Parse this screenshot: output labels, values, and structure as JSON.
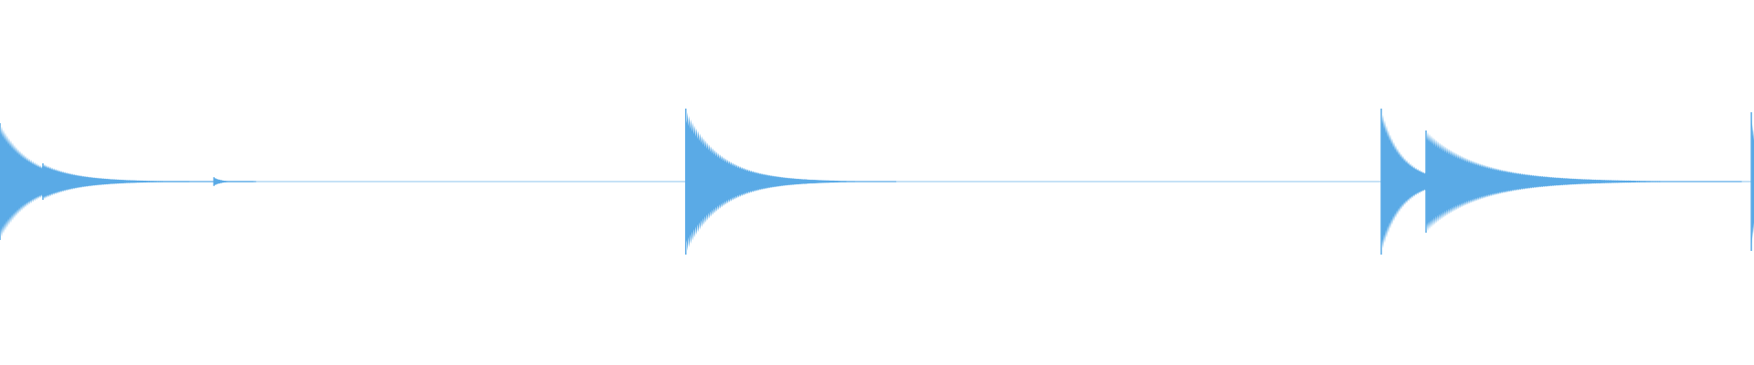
{
  "waveform": {
    "color": "#5aaae6",
    "baseline_color": "#8cc4ee",
    "channels": 1,
    "transients": [
      {
        "time_fraction": 0.0,
        "peak_amplitude": 0.16,
        "decay": 0.018,
        "label_visible": false
      },
      {
        "time_fraction": 0.0245,
        "peak_amplitude": 0.05,
        "decay": 0.02,
        "label_visible": false
      },
      {
        "time_fraction": 0.122,
        "peak_amplitude": 0.012,
        "decay": 0.004,
        "label_visible": false
      },
      {
        "time_fraction": 0.391,
        "peak_amplitude": 0.2,
        "decay": 0.02,
        "label_visible": false
      },
      {
        "time_fraction": 0.4405,
        "peak_amplitude": 0.008,
        "decay": 0.003,
        "label_visible": false
      },
      {
        "time_fraction": 0.7875,
        "peak_amplitude": 0.2,
        "decay": 0.012,
        "label_visible": false
      },
      {
        "time_fraction": 0.813,
        "peak_amplitude": 0.14,
        "decay": 0.03,
        "label_visible": false
      },
      {
        "time_fraction": 0.8935,
        "peak_amplitude": 0.008,
        "decay": 0.003,
        "label_visible": false
      },
      {
        "time_fraction": 0.9985,
        "peak_amplitude": 0.19,
        "decay": 0.004,
        "label_visible": false
      }
    ]
  }
}
